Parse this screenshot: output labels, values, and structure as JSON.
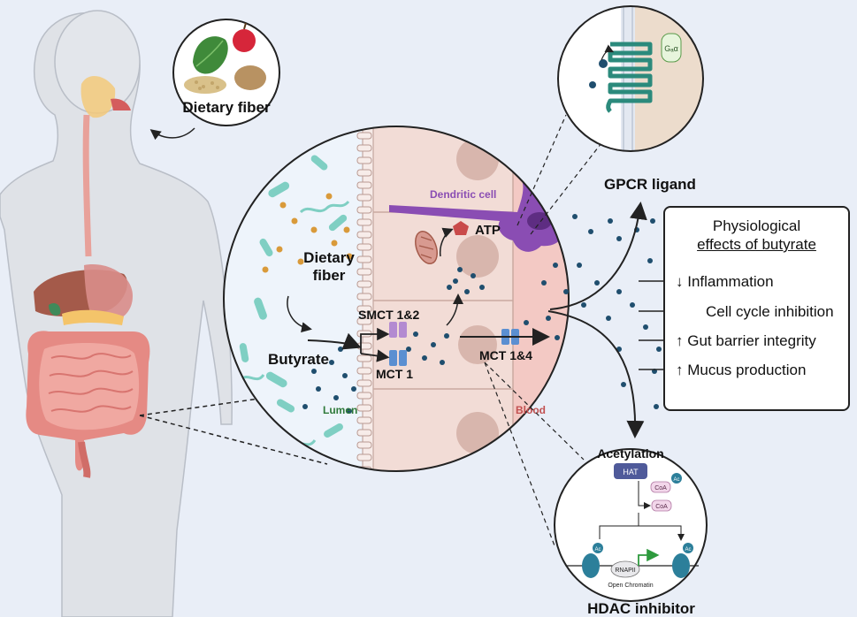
{
  "labels": {
    "dietary_fiber_top": "Dietary fiber",
    "dietary_fiber_center_1": "Dietary",
    "dietary_fiber_center_2": "fiber",
    "butyrate": "Butyrate",
    "smct": "SMCT 1&2",
    "mct1": "MCT 1",
    "mct14": "MCT 1&4",
    "lumen": "Lumen",
    "blood": "Blood",
    "dendritic_cell": "Dendritic cell",
    "atp": "ATP",
    "gpcr_ligand": "GPCR ligand",
    "gpcr_protein": "Gₐα",
    "hdac_inhibitor": "HDAC inhibitor",
    "acetylation": "Acetylation",
    "hat": "HAT",
    "coa_1": "CoA",
    "coa_2": "CoA",
    "ac_1": "Ac",
    "ac_2": "Ac",
    "ac_3": "Ac",
    "rnapii": "RNAPII",
    "open_chromatin": "Open Chromatin"
  },
  "effects": {
    "title_line1": "Physiological",
    "title_line2": "effects of butyrate",
    "items": [
      {
        "arrow": "↓",
        "text": "Inflammation"
      },
      {
        "arrow": "",
        "text": "Cell cycle inhibition"
      },
      {
        "arrow": "↑",
        "text": "Gut barrier integrity"
      },
      {
        "arrow": "↑",
        "text": "Mucus production"
      }
    ]
  },
  "colors": {
    "background": "#e9eef7",
    "lumen": "#eef4fb",
    "epithelium": "#f2dcd6",
    "blood": "#f3c9c4",
    "dendritic": "#8a4db3",
    "butyrate_dot": "#1f4e6e",
    "fiber_dot": "#d99a3a",
    "bacteria": "#7fcfc3",
    "smct": "#b38ad1",
    "mct": "#5b8fd1",
    "receptor": "#2b8a7c",
    "atp": "#c94a4a",
    "intestine": "#e58a84",
    "lumen_label": "#2f7a3a",
    "blood_label": "#c25050"
  }
}
